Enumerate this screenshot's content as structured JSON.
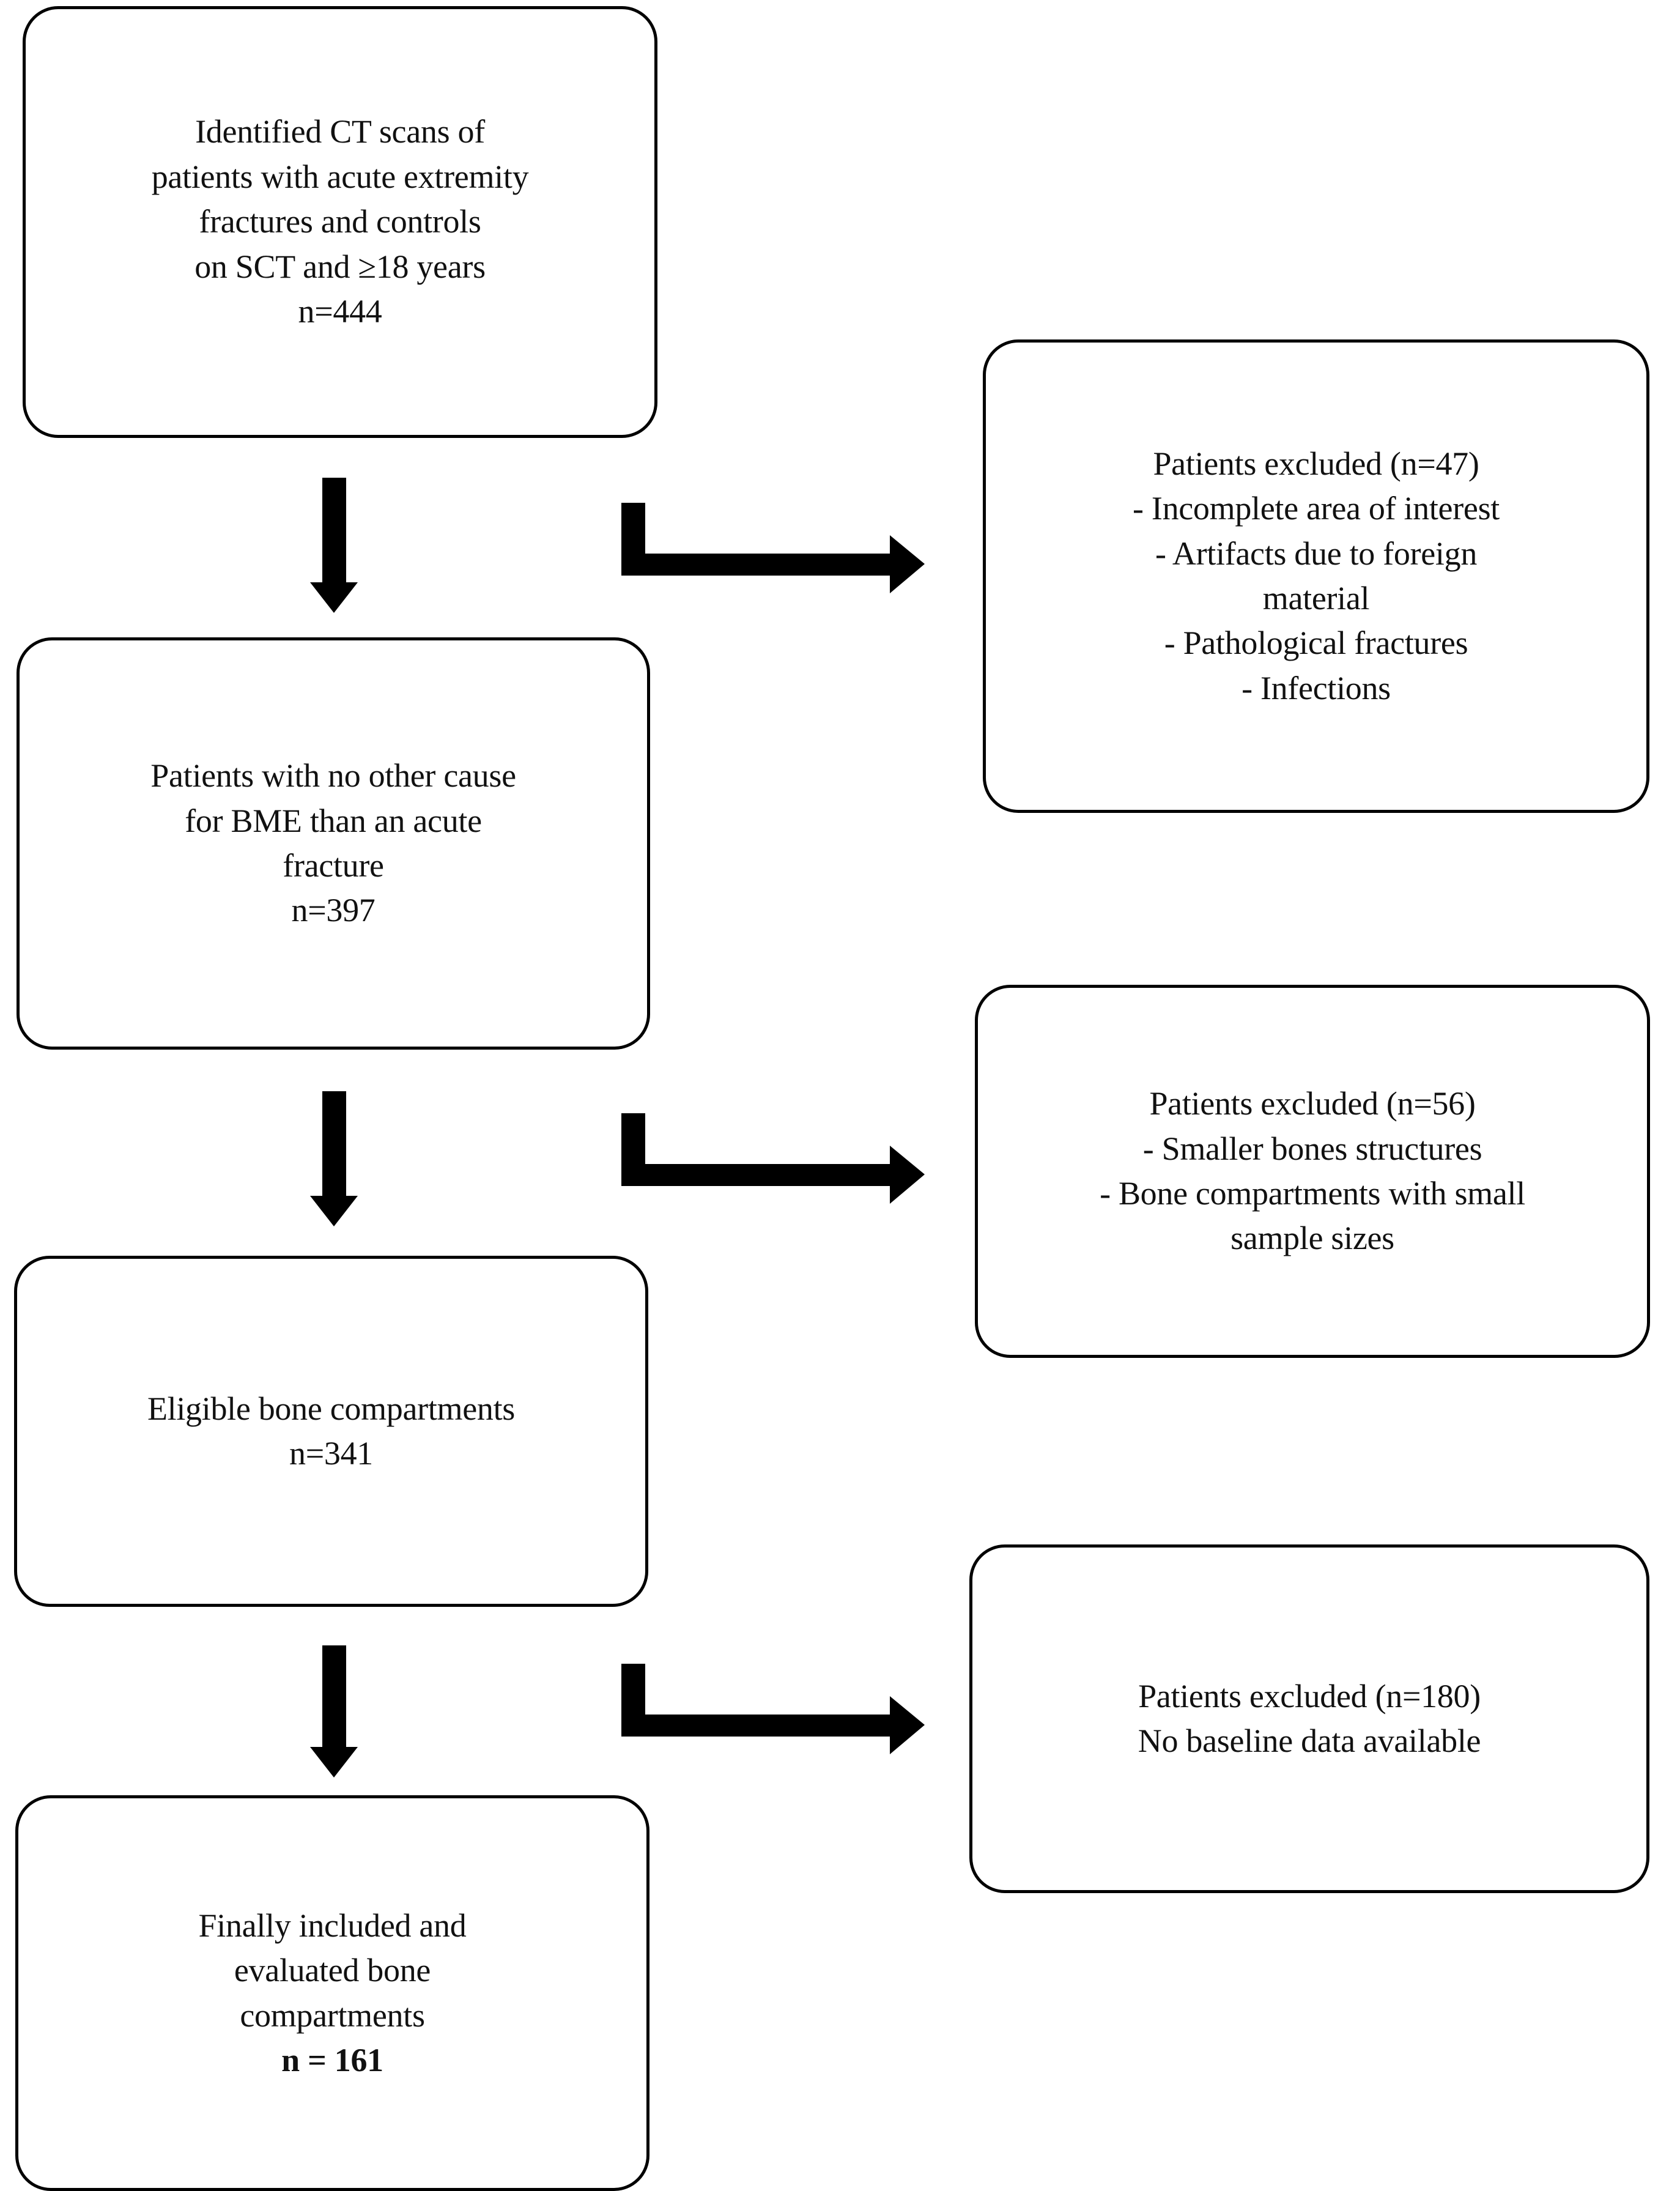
{
  "figure": {
    "type": "flowchart",
    "orientation": "top-to-bottom with right-side exclusion branches",
    "line_color": "#000000",
    "background_color": "#ffffff"
  },
  "nodes": {
    "screened": {
      "id": "identified-ct-scans",
      "text": "Identified CT scans of\npatients with acute extremity\nfractures and controls\non SCT and ≥18 years\nn=444",
      "n_label": "n=444",
      "n_value": 444
    },
    "no_other_cause": {
      "id": "patients-no-other-cause",
      "text": "Patients with no other cause\nfor BME than an acute\nfracture\nn=397",
      "n_label": "n=397",
      "n_value": 397
    },
    "eligible": {
      "id": "eligible-bone-compartments",
      "text": "Eligible bone compartments\nn=341",
      "n_label": "n=341",
      "n_value": 341
    },
    "final": {
      "id": "finally-included",
      "text_plain": "Finally included and\nevaluated bone\ncompartments\nn = 161",
      "line1": "Finally included and",
      "line2": "evaluated bone",
      "line3": "compartments",
      "n_label": "n = 161",
      "n_value": 161
    }
  },
  "exclusions": [
    {
      "id": "excluded-1",
      "heading": "Patients excluded (n=47)",
      "n_value": 47,
      "reasons": [
        "- Incomplete area of interest",
        "- Artifacts due to foreign",
        "material",
        "- Pathological fractures",
        "- Infections"
      ],
      "text": "Patients excluded (n=47)\n- Incomplete area of interest\n- Artifacts due to foreign\nmaterial\n- Pathological fractures\n- Infections"
    },
    {
      "id": "excluded-2",
      "heading": "Patients excluded (n=56)",
      "n_value": 56,
      "reasons": [
        "- Smaller bones structures",
        "- Bone compartments with small",
        "sample sizes"
      ],
      "text": "Patients excluded (n=56)\n- Smaller bones structures\n- Bone compartments with small\nsample sizes"
    },
    {
      "id": "excluded-3",
      "heading": "Patients excluded (n=180)",
      "n_value": 180,
      "reasons": [
        "No baseline data available"
      ],
      "text": "Patients excluded (n=180)\nNo baseline data available"
    }
  ],
  "flow": {
    "down_arrows": 3,
    "elbow_arrows": 3,
    "arrow_color": "#000000"
  }
}
